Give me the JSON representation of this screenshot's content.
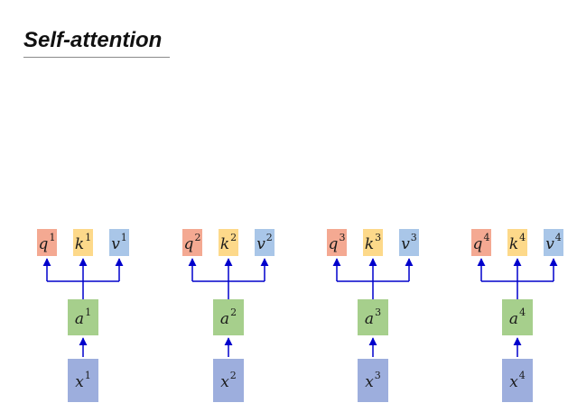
{
  "title": "Self-attention",
  "colors": {
    "q_box": "#f4a992",
    "k_box": "#fdd98a",
    "v_box": "#a9c6e8",
    "a_box": "#a6cf8c",
    "x_box": "#9daedd",
    "arrow": "#0000cc"
  },
  "columns": [
    {
      "index": "1",
      "x": {
        "var": "x",
        "sup": "1"
      },
      "a": {
        "var": "a",
        "sup": "1"
      },
      "q": {
        "var": "q",
        "sup": "1"
      },
      "k": {
        "var": "k",
        "sup": "1"
      },
      "v": {
        "var": "v",
        "sup": "1"
      }
    },
    {
      "index": "2",
      "x": {
        "var": "x",
        "sup": "2"
      },
      "a": {
        "var": "a",
        "sup": "2"
      },
      "q": {
        "var": "q",
        "sup": "2"
      },
      "k": {
        "var": "k",
        "sup": "2"
      },
      "v": {
        "var": "v",
        "sup": "2"
      }
    },
    {
      "index": "3",
      "x": {
        "var": "x",
        "sup": "3"
      },
      "a": {
        "var": "a",
        "sup": "3"
      },
      "q": {
        "var": "q",
        "sup": "3"
      },
      "k": {
        "var": "k",
        "sup": "3"
      },
      "v": {
        "var": "v",
        "sup": "3"
      }
    },
    {
      "index": "4",
      "x": {
        "var": "x",
        "sup": "4"
      },
      "a": {
        "var": "a",
        "sup": "4"
      },
      "q": {
        "var": "q",
        "sup": "4"
      },
      "k": {
        "var": "k",
        "sup": "4"
      },
      "v": {
        "var": "v",
        "sup": "4"
      }
    }
  ]
}
